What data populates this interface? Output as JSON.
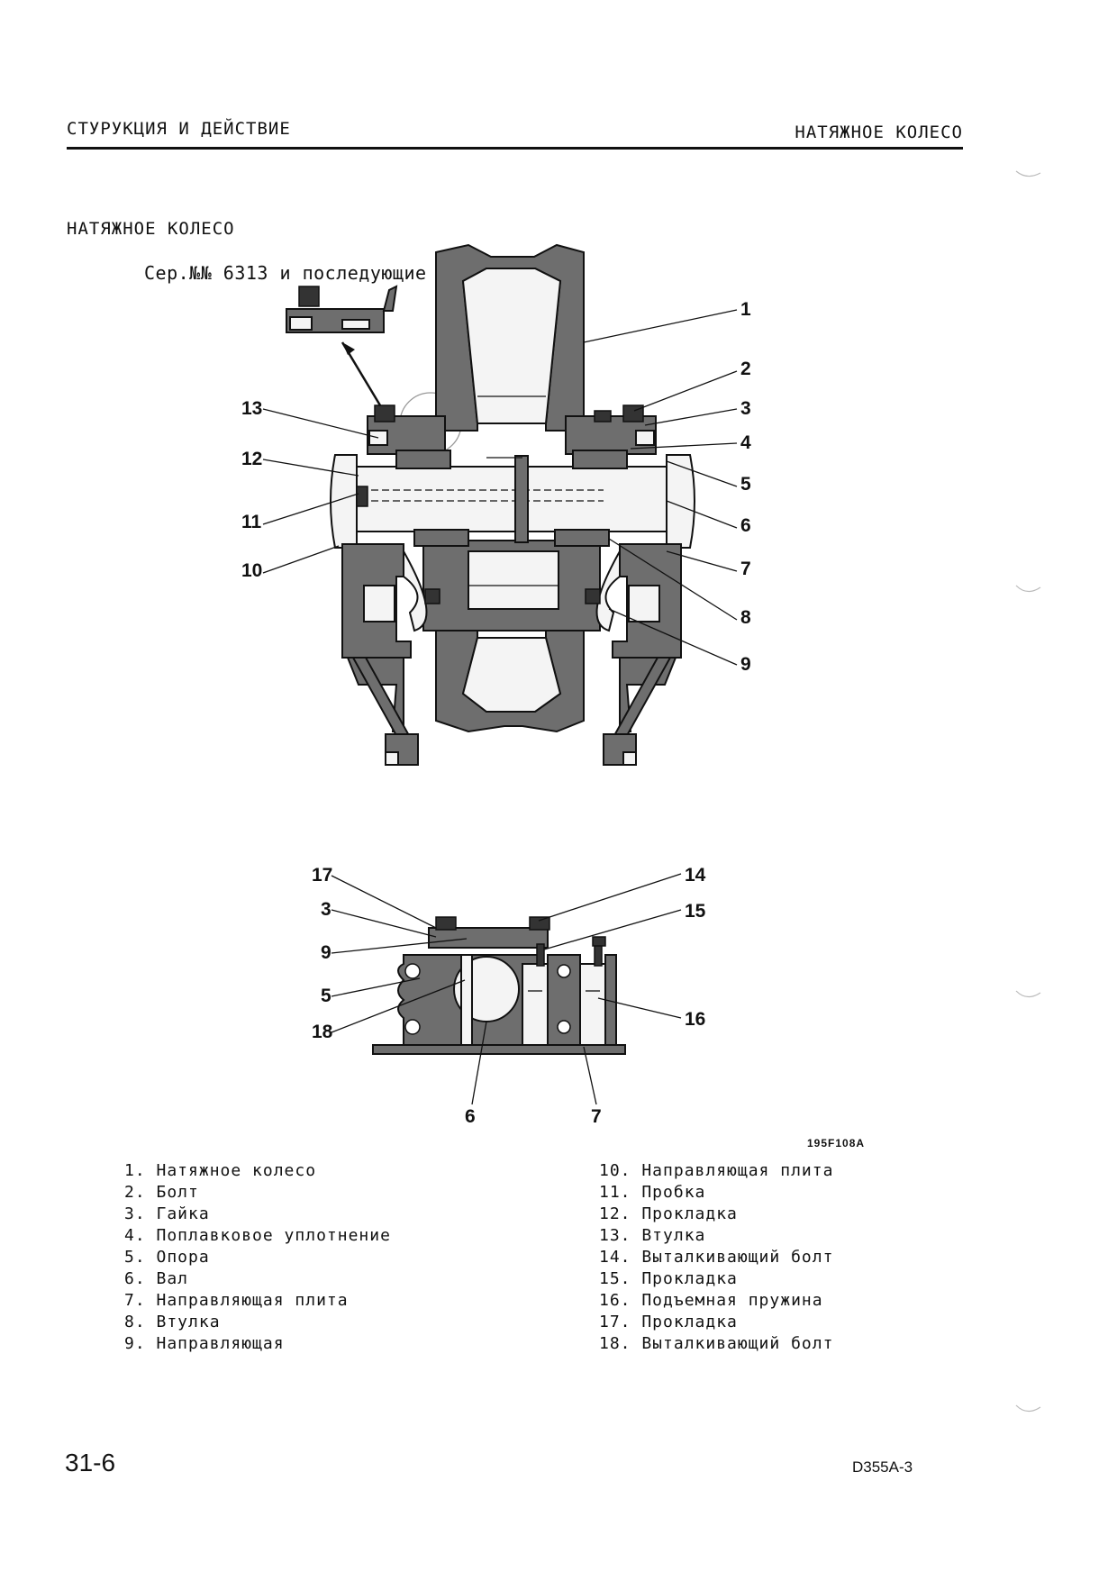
{
  "header": {
    "left_title": "СТУРУКЦИЯ И ДЕЙСТВИЕ",
    "right_title": "НАТЯЖНОЕ КОЛЕСО"
  },
  "section_title": "НАТЯЖНОЕ КОЛЕСО",
  "serial_note": "Сер.№№ 6313 и последующие",
  "figure_code": "195F108A",
  "upper_figure_callouts": [
    "1",
    "2",
    "3",
    "4",
    "5",
    "6",
    "7",
    "8",
    "9",
    "10",
    "11",
    "12",
    "13"
  ],
  "lower_figure_callouts": [
    "17",
    "3",
    "9",
    "5",
    "18",
    "6",
    "7",
    "14",
    "15",
    "16"
  ],
  "legend_left": [
    "1. Натяжное колесо",
    "2. Болт",
    "3. Гайка",
    "4. Поплавковое уплотнение",
    "5. Опора",
    "6. Вал",
    "7. Направляющая плита",
    "8. Втулка",
    "9. Направляющая"
  ],
  "legend_right": [
    "10. Направляющая плита",
    "11. Пробка",
    "12. Прокладка",
    "13. Втулка",
    "14. Выталкивающий болт",
    "15. Прокладка",
    "16. Подъемная пружина",
    "17. Прокладка",
    "18. Выталкивающий болт"
  ],
  "footer": {
    "page_number": "31-6",
    "model": "D355A-3"
  }
}
